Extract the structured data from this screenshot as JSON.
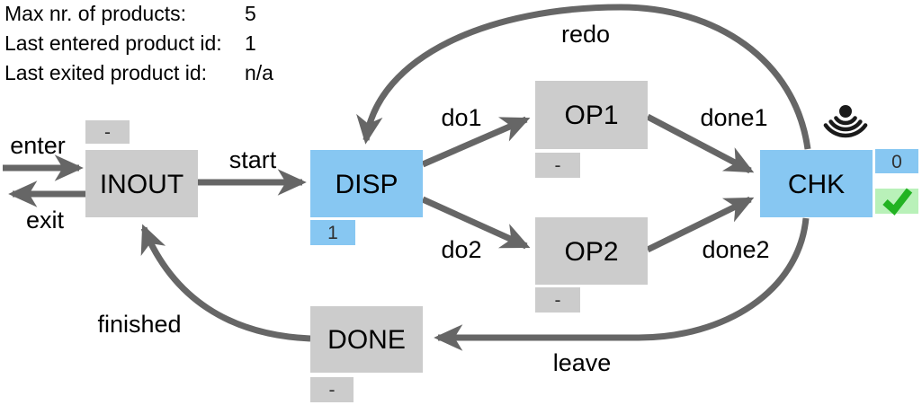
{
  "info_panel": {
    "rows": [
      {
        "label": "Max nr. of products:",
        "value": "5"
      },
      {
        "label": "Last entered product id:",
        "value": "1"
      },
      {
        "label": "Last exited product id:",
        "value": "n/a"
      }
    ]
  },
  "diagram": {
    "nodes": [
      {
        "id": "INOUT",
        "label": "INOUT",
        "badge": "-"
      },
      {
        "id": "DISP",
        "label": "DISP",
        "badge": "1"
      },
      {
        "id": "OP1",
        "label": "OP1",
        "badge": "-"
      },
      {
        "id": "OP2",
        "label": "OP2",
        "badge": "-"
      },
      {
        "id": "CHK",
        "label": "CHK",
        "counter": "0",
        "status": "ok"
      },
      {
        "id": "DONE",
        "label": "DONE",
        "badge": "-"
      }
    ],
    "edges": [
      {
        "id": "enter",
        "label": "enter"
      },
      {
        "id": "exit",
        "label": "exit"
      },
      {
        "id": "start",
        "label": "start"
      },
      {
        "id": "do1",
        "label": "do1"
      },
      {
        "id": "do2",
        "label": "do2"
      },
      {
        "id": "done1",
        "label": "done1"
      },
      {
        "id": "done2",
        "label": "done2"
      },
      {
        "id": "redo",
        "label": "redo"
      },
      {
        "id": "leave",
        "label": "leave"
      },
      {
        "id": "finished",
        "label": "finished"
      }
    ],
    "icons": {
      "signal": "signal-broadcast-icon",
      "check": "check-icon"
    }
  },
  "colors": {
    "node_gray": "#cccccc",
    "node_blue": "#87c7f2",
    "badge_green_bg": "#b9f1b9",
    "check_green": "#22b322",
    "edge_gray": "#666666",
    "icon_black": "#1a1a1a",
    "text_black": "#000000"
  }
}
